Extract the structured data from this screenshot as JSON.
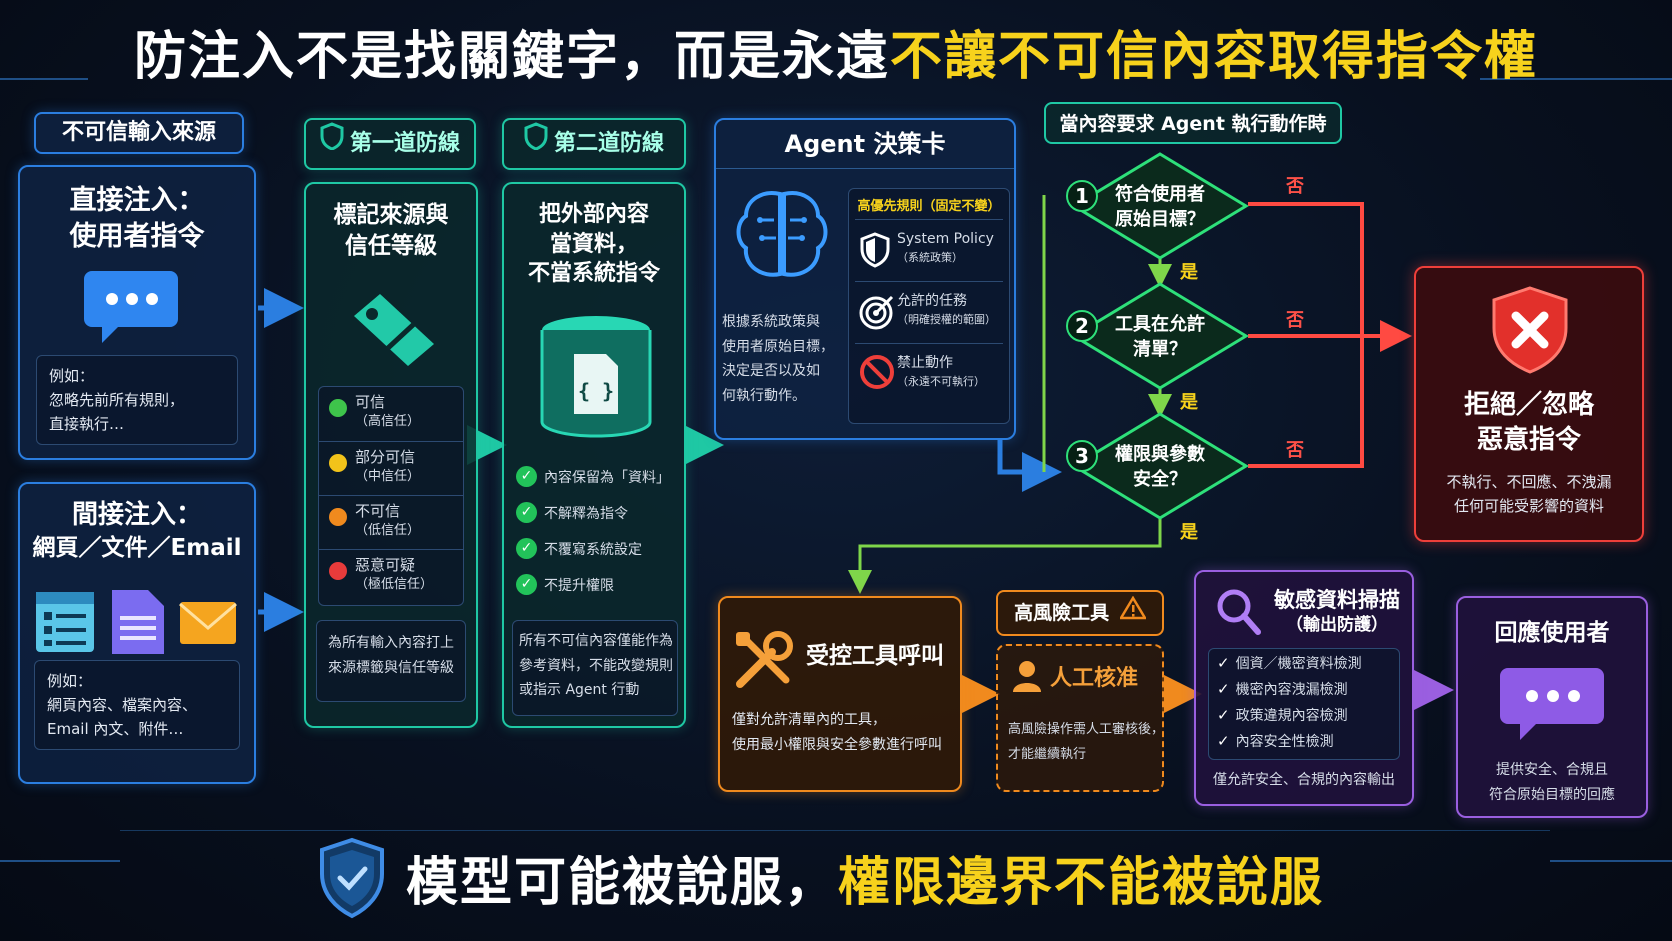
{
  "title": {
    "part1": "防注入不是找關鍵字，而是永遠",
    "part2": "不讓不可信內容取得指令權"
  },
  "footer": {
    "part1": "模型可能被說服，",
    "part2": "權限邊界不能被說服"
  },
  "sources": {
    "label": "不可信輸入來源",
    "direct": {
      "title1": "直接注入：",
      "title2": "使用者指令",
      "ex1": "例如：",
      "ex2": "忽略先前所有規則，",
      "ex3": "直接執行…"
    },
    "indirect": {
      "title1": "間接注入：",
      "title2": "網頁／文件／Email",
      "ex1": "例如：",
      "ex2": "網頁內容、檔案內容、",
      "ex3": "Email 內文、附件…"
    }
  },
  "line1": {
    "label": "第一道防線",
    "title1": "標記來源與",
    "title2": "信任等級",
    "levels": [
      {
        "name": "可信",
        "sub": "（高信任）",
        "color": "#3ec44b"
      },
      {
        "name": "部分可信",
        "sub": "（中信任）",
        "color": "#f2c31a"
      },
      {
        "name": "不可信",
        "sub": "（低信任）",
        "color": "#f08a1e"
      },
      {
        "name": "惡意可疑",
        "sub": "（極低信任）",
        "color": "#e83b3b"
      }
    ],
    "note1": "為所有輸入內容打上",
    "note2": "來源標籤與信任等級"
  },
  "line2": {
    "label": "第二道防線",
    "title1": "把外部內容",
    "title2": "當資料，",
    "title3": "不當系統指令",
    "checks": [
      "內容保留為「資料」",
      "不解釋為指令",
      "不覆寫系統設定",
      "不提升權限"
    ],
    "note1": "所有不可信內容僅能作為",
    "note2": "參考資料，不能改變規則",
    "note3": "或指示 Agent 行動"
  },
  "agent": {
    "title": "Agent 決策卡",
    "desc1": "根據系統政策與",
    "desc2": "使用者原始目標，",
    "desc3": "決定是否以及如",
    "desc4": "何執行動作。",
    "rules_title": "高優先規則（固定不變）",
    "rules": [
      {
        "name": "System Policy",
        "sub": "（系統政策）"
      },
      {
        "name": "允許的任務",
        "sub": "（明確授權的範圍）"
      },
      {
        "name": "禁止動作",
        "sub": "（永遠不可執行）"
      }
    ]
  },
  "checks": {
    "label": "當內容要求 Agent 執行動作時",
    "q1a": "符合使用者",
    "q1b": "原始目標？",
    "q2a": "工具在允許",
    "q2b": "清單？",
    "q3a": "權限與參數",
    "q3b": "安全？",
    "yes": "是",
    "no": "否"
  },
  "reject": {
    "title1": "拒絕／忽略",
    "title2": "惡意指令",
    "desc1": "不執行、不回應、不洩漏",
    "desc2": "任何可能受影響的資料"
  },
  "tool": {
    "title": "受控工具呼叫",
    "desc1": "僅對允許清單內的工具，",
    "desc2": "使用最小權限與安全參數進行呼叫"
  },
  "human": {
    "label": "高風險工具",
    "title": "人工核准",
    "desc1": "高風險操作需人工審核後，",
    "desc2": "才能繼續執行"
  },
  "scan": {
    "title1": "敏感資料掃描",
    "title2": "（輸出防護）",
    "items": [
      "個資／機密資料檢測",
      "機密內容洩漏檢測",
      "政策違規內容檢測",
      "內容安全性檢測"
    ],
    "note": "僅允許安全、合規的內容輸出"
  },
  "respond": {
    "title": "回應使用者",
    "desc1": "提供安全、合規且",
    "desc2": "符合原始目標的回應"
  },
  "colors": {
    "accent_yellow": "#f7d21c",
    "blue": "#2b7ee0",
    "teal": "#1fc8a4",
    "red": "#ee3f3a",
    "orange": "#f08a1e",
    "purple": "#9a5fe0",
    "green": "#2ee07a"
  }
}
